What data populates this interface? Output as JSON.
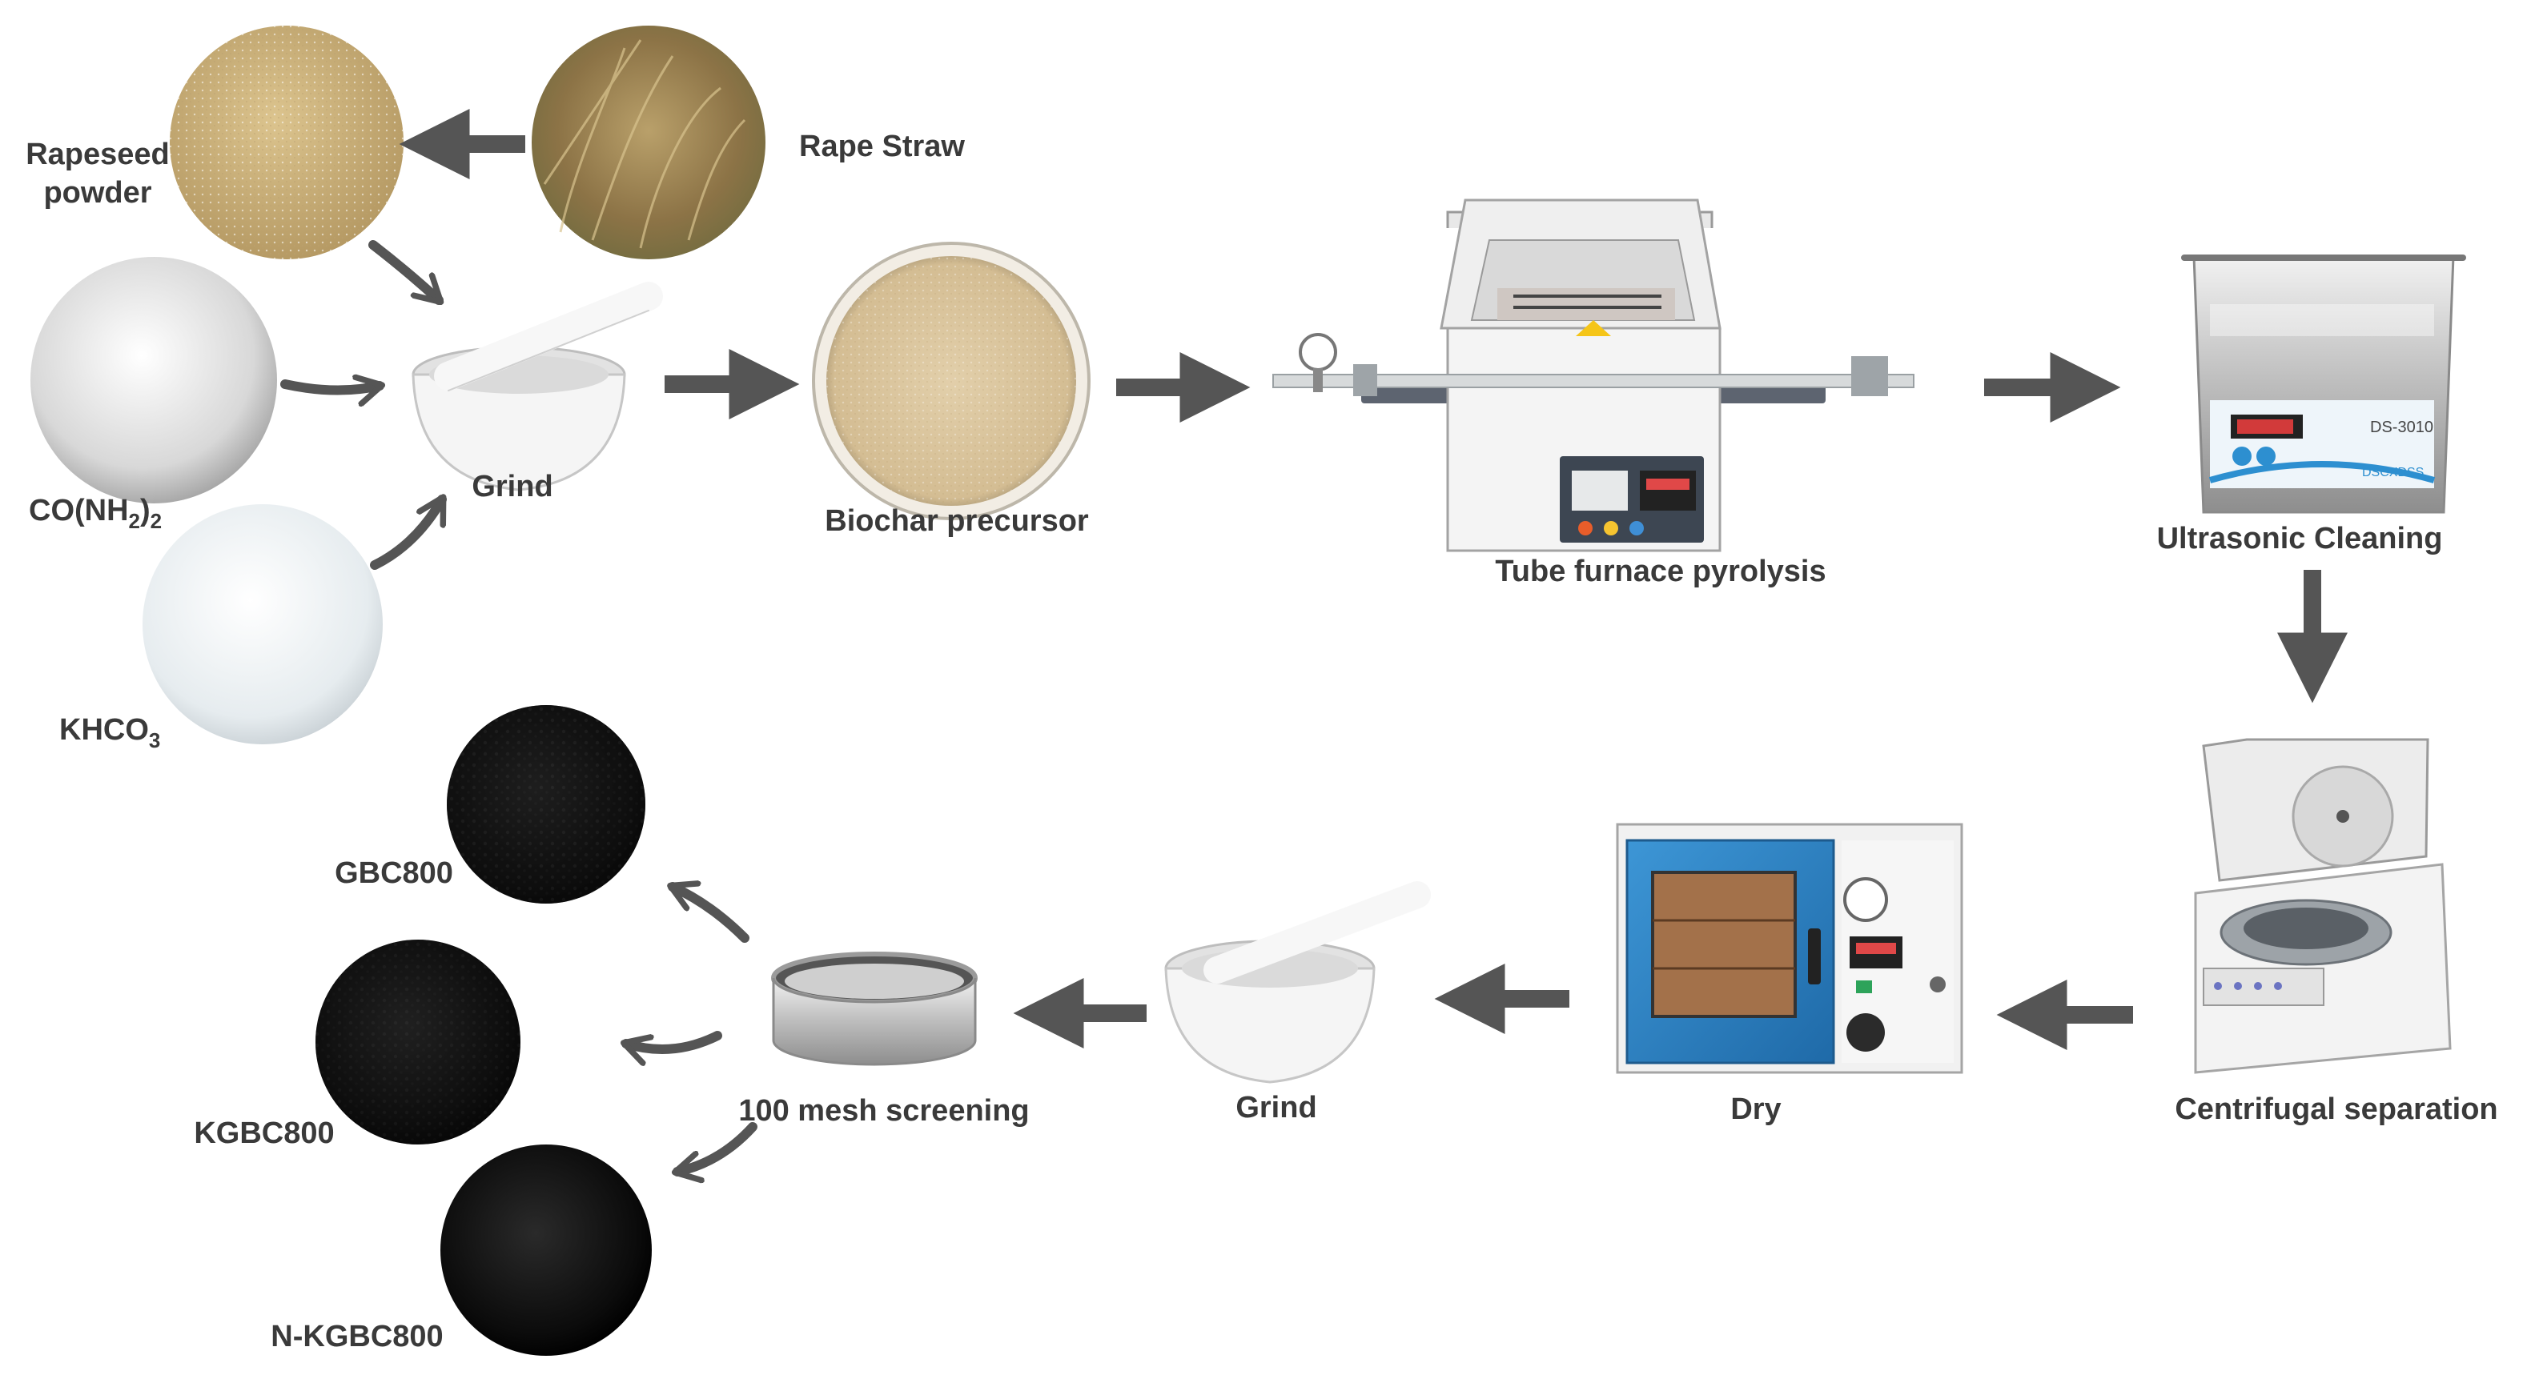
{
  "labels": {
    "rapeseed_1": "Rapeseed",
    "rapeseed_2": "powder",
    "rape_straw": "Rape Straw",
    "urea_main": "CO(NH",
    "urea_sub": "2",
    "urea_close": ")",
    "urea_sub2": "2",
    "khco3_main": "KHCO",
    "khco3_sub": "3",
    "grind_top": "Grind",
    "biochar_precursor": "Biochar precursor",
    "tube_furnace": "Tube furnace pyrolysis",
    "ultrasonic": "Ultrasonic Cleaning",
    "centrifugal": "Centrifugal separation",
    "dry": "Dry",
    "grind_bottom": "Grind",
    "mesh": "100 mesh screening",
    "gbc800": "GBC800",
    "kgbc800": "KGBC800",
    "nkgbc800": "N-KGBC800"
  },
  "device_text": {
    "ultrasonic_model": "DS-3010",
    "ultrasonic_brand": "DSCXDSS"
  },
  "colors": {
    "arrow": "#555555",
    "label": "#3a3a3a",
    "rapeseed": "#c9ad74",
    "straw": "#9a8150",
    "urea": "#dcdcdc",
    "khco3": "#e9eef1",
    "biochar_powder": "#dcc8a2",
    "ceramic": "#f4f4f4",
    "oven_blue": "#2f86c8",
    "carbon": "#0d0d0d"
  }
}
